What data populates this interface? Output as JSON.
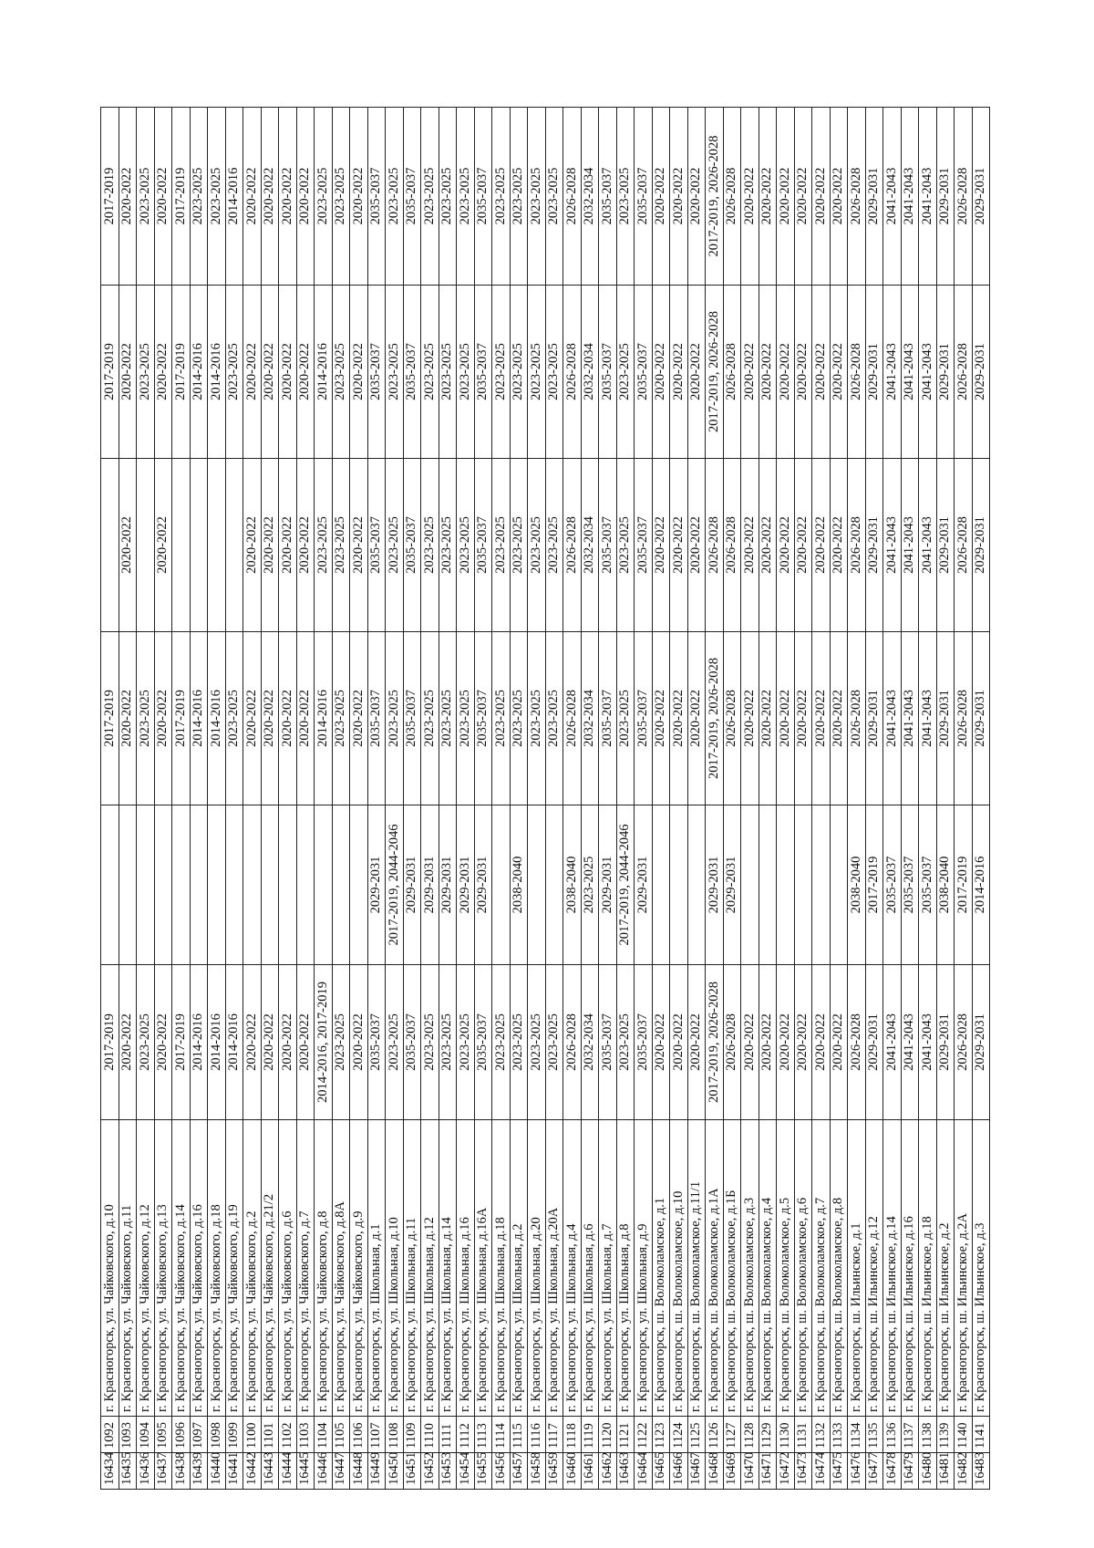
{
  "rows": [
    [
      "16434",
      "1092",
      "г. Красногорск, ул. Чайковского, д.10",
      "2017-2019",
      "",
      "2017-2019",
      "",
      "2017-2019",
      "2017-2019"
    ],
    [
      "16435",
      "1093",
      "г. Красногорск, ул. Чайковского, д.11",
      "2020-2022",
      "",
      "2020-2022",
      "2020-2022",
      "2020-2022",
      "2020-2022"
    ],
    [
      "16436",
      "1094",
      "г. Красногорск, ул. Чайковского, д.12",
      "2023-2025",
      "",
      "2023-2025",
      "",
      "2023-2025",
      "2023-2025"
    ],
    [
      "16437",
      "1095",
      "г. Красногорск, ул. Чайковского, д.13",
      "2020-2022",
      "",
      "2020-2022",
      "2020-2022",
      "2020-2022",
      "2020-2022"
    ],
    [
      "16438",
      "1096",
      "г. Красногорск, ул. Чайковского, д.14",
      "2017-2019",
      "",
      "2017-2019",
      "",
      "2017-2019",
      "2017-2019"
    ],
    [
      "16439",
      "1097",
      "г. Красногорск, ул. Чайковского, д.16",
      "2014-2016",
      "",
      "2014-2016",
      "",
      "2014-2016",
      "2023-2025"
    ],
    [
      "16440",
      "1098",
      "г. Красногорск, ул. Чайковского, д.18",
      "2014-2016",
      "",
      "2014-2016",
      "",
      "2014-2016",
      "2023-2025"
    ],
    [
      "16441",
      "1099",
      "г. Красногорск, ул. Чайковского, д.19",
      "2014-2016",
      "",
      "2023-2025",
      "",
      "2023-2025",
      "2014-2016"
    ],
    [
      "16442",
      "1100",
      "г. Красногорск, ул. Чайковского, д.2",
      "2020-2022",
      "",
      "2020-2022",
      "2020-2022",
      "2020-2022",
      "2020-2022"
    ],
    [
      "16443",
      "1101",
      "г. Красногорск, ул. Чайковского, д.21/2",
      "2020-2022",
      "",
      "2020-2022",
      "2020-2022",
      "2020-2022",
      "2020-2022"
    ],
    [
      "16444",
      "1102",
      "г. Красногорск, ул. Чайковского, д.6",
      "2020-2022",
      "",
      "2020-2022",
      "2020-2022",
      "2020-2022",
      "2020-2022"
    ],
    [
      "16445",
      "1103",
      "г. Красногорск, ул. Чайковского, д.7",
      "2020-2022",
      "",
      "2020-2022",
      "2020-2022",
      "2020-2022",
      "2020-2022"
    ],
    [
      "16446",
      "1104",
      "г. Красногорск, ул. Чайковского, д.8",
      "2014-2016, 2017-2019",
      "",
      "2014-2016",
      "2023-2025",
      "2014-2016",
      "2023-2025"
    ],
    [
      "16447",
      "1105",
      "г. Красногорск, ул. Чайковского, д.8А",
      "2023-2025",
      "",
      "2023-2025",
      "2023-2025",
      "2023-2025",
      "2023-2025"
    ],
    [
      "16448",
      "1106",
      "г. Красногорск, ул. Чайковского, д.9",
      "2020-2022",
      "",
      "2020-2022",
      "2020-2022",
      "2020-2022",
      "2020-2022"
    ],
    [
      "16449",
      "1107",
      "г. Красногорск, ул. Школьная, д.1",
      "2035-2037",
      "2029-2031",
      "2035-2037",
      "2035-2037",
      "2035-2037",
      "2035-2037"
    ],
    [
      "16450",
      "1108",
      "г. Красногорск, ул. Школьная, д.10",
      "2023-2025",
      "2017-2019, 2044-2046",
      "2023-2025",
      "2023-2025",
      "2023-2025",
      "2023-2025"
    ],
    [
      "16451",
      "1109",
      "г. Красногорск, ул. Школьная, д.11",
      "2035-2037",
      "2029-2031",
      "2035-2037",
      "2035-2037",
      "2035-2037",
      "2035-2037"
    ],
    [
      "16452",
      "1110",
      "г. Красногорск, ул. Школьная, д.12",
      "2023-2025",
      "2029-2031",
      "2023-2025",
      "2023-2025",
      "2023-2025",
      "2023-2025"
    ],
    [
      "16453",
      "1111",
      "г. Красногорск, ул. Школьная, д.14",
      "2023-2025",
      "2029-2031",
      "2023-2025",
      "2023-2025",
      "2023-2025",
      "2023-2025"
    ],
    [
      "16454",
      "1112",
      "г. Красногорск, ул. Школьная, д.16",
      "2023-2025",
      "2029-2031",
      "2023-2025",
      "2023-2025",
      "2023-2025",
      "2023-2025"
    ],
    [
      "16455",
      "1113",
      "г. Красногорск, ул. Школьная, д.16А",
      "2035-2037",
      "2029-2031",
      "2035-2037",
      "2035-2037",
      "2035-2037",
      "2035-2037"
    ],
    [
      "16456",
      "1114",
      "г. Красногорск, ул. Школьная, д.18",
      "2023-2025",
      "",
      "2023-2025",
      "2023-2025",
      "2023-2025",
      "2023-2025"
    ],
    [
      "16457",
      "1115",
      "г. Красногорск, ул. Школьная, д.2",
      "2023-2025",
      "2038-2040",
      "2023-2025",
      "2023-2025",
      "2023-2025",
      "2023-2025"
    ],
    [
      "16458",
      "1116",
      "г. Красногорск, ул. Школьная, д.20",
      "2023-2025",
      "",
      "2023-2025",
      "2023-2025",
      "2023-2025",
      "2023-2025"
    ],
    [
      "16459",
      "1117",
      "г. Красногорск, ул. Школьная, д.20А",
      "2023-2025",
      "",
      "2023-2025",
      "2023-2025",
      "2023-2025",
      "2023-2025"
    ],
    [
      "16460",
      "1118",
      "г. Красногорск, ул. Школьная, д.4",
      "2026-2028",
      "2038-2040",
      "2026-2028",
      "2026-2028",
      "2026-2028",
      "2026-2028"
    ],
    [
      "16461",
      "1119",
      "г. Красногорск, ул. Школьная, д.6",
      "2032-2034",
      "2023-2025",
      "2032-2034",
      "2032-2034",
      "2032-2034",
      "2032-2034"
    ],
    [
      "16462",
      "1120",
      "г. Красногорск, ул. Школьная, д.7",
      "2035-2037",
      "2029-2031",
      "2035-2037",
      "2035-2037",
      "2035-2037",
      "2035-2037"
    ],
    [
      "16463",
      "1121",
      "г. Красногорск, ул. Школьная, д.8",
      "2023-2025",
      "2017-2019, 2044-2046",
      "2023-2025",
      "2023-2025",
      "2023-2025",
      "2023-2025"
    ],
    [
      "16464",
      "1122",
      "г. Красногорск, ул. Школьная, д.9",
      "2035-2037",
      "2029-2031",
      "2035-2037",
      "2035-2037",
      "2035-2037",
      "2035-2037"
    ],
    [
      "16465",
      "1123",
      "г. Красногорск, ш. Волоколамское, д.1",
      "2020-2022",
      "",
      "2020-2022",
      "2020-2022",
      "2020-2022",
      "2020-2022"
    ],
    [
      "16466",
      "1124",
      "г. Красногорск, ш. Волоколамское, д.10",
      "2020-2022",
      "",
      "2020-2022",
      "2020-2022",
      "2020-2022",
      "2020-2022"
    ],
    [
      "16467",
      "1125",
      "г. Красногорск, ш. Волоколамское, д.11/1",
      "2020-2022",
      "",
      "2020-2022",
      "2020-2022",
      "2020-2022",
      "2020-2022"
    ],
    [
      "16468",
      "1126",
      "г. Красногорск, ш. Волоколамское, д.1А",
      "2017-2019, 2026-2028",
      "2029-2031",
      "2017-2019, 2026-2028",
      "2026-2028",
      "2017-2019, 2026-2028",
      "2017-2019, 2026-2028"
    ],
    [
      "16469",
      "1127",
      "г. Красногорск, ш. Волоколамское, д.1Б",
      "2026-2028",
      "2029-2031",
      "2026-2028",
      "2026-2028",
      "2026-2028",
      "2026-2028"
    ],
    [
      "16470",
      "1128",
      "г. Красногорск, ш. Волоколамское, д.3",
      "2020-2022",
      "",
      "2020-2022",
      "2020-2022",
      "2020-2022",
      "2020-2022"
    ],
    [
      "16471",
      "1129",
      "г. Красногорск, ш. Волоколамское, д.4",
      "2020-2022",
      "",
      "2020-2022",
      "2020-2022",
      "2020-2022",
      "2020-2022"
    ],
    [
      "16472",
      "1130",
      "г. Красногорск, ш. Волоколамское, д.5",
      "2020-2022",
      "",
      "2020-2022",
      "2020-2022",
      "2020-2022",
      "2020-2022"
    ],
    [
      "16473",
      "1131",
      "г. Красногорск, ш. Волоколамское, д.6",
      "2020-2022",
      "",
      "2020-2022",
      "2020-2022",
      "2020-2022",
      "2020-2022"
    ],
    [
      "16474",
      "1132",
      "г. Красногорск, ш. Волоколамское, д.7",
      "2020-2022",
      "",
      "2020-2022",
      "2020-2022",
      "2020-2022",
      "2020-2022"
    ],
    [
      "16475",
      "1133",
      "г. Красногорск, ш. Волоколамское, д.8",
      "2020-2022",
      "",
      "2020-2022",
      "2020-2022",
      "2020-2022",
      "2020-2022"
    ],
    [
      "16476",
      "1134",
      "г. Красногорск, ш. Ильинское, д.1",
      "2026-2028",
      "2038-2040",
      "2026-2028",
      "2026-2028",
      "2026-2028",
      "2026-2028"
    ],
    [
      "16477",
      "1135",
      "г. Красногорск, ш. Ильинское, д.12",
      "2029-2031",
      "2017-2019",
      "2029-2031",
      "2029-2031",
      "2029-2031",
      "2029-2031"
    ],
    [
      "16478",
      "1136",
      "г. Красногорск, ш. Ильинское, д.14",
      "2041-2043",
      "2035-2037",
      "2041-2043",
      "2041-2043",
      "2041-2043",
      "2041-2043"
    ],
    [
      "16479",
      "1137",
      "г. Красногорск, ш. Ильинское, д.16",
      "2041-2043",
      "2035-2037",
      "2041-2043",
      "2041-2043",
      "2041-2043",
      "2041-2043"
    ],
    [
      "16480",
      "1138",
      "г. Красногорск, ш. Ильинское, д.18",
      "2041-2043",
      "2035-2037",
      "2041-2043",
      "2041-2043",
      "2041-2043",
      "2041-2043"
    ],
    [
      "16481",
      "1139",
      "г. Красногорск, ш. Ильинское, д.2",
      "2029-2031",
      "2038-2040",
      "2029-2031",
      "2029-2031",
      "2029-2031",
      "2029-2031"
    ],
    [
      "16482",
      "1140",
      "г. Красногорск, ш. Ильинское, д.2А",
      "2026-2028",
      "2017-2019",
      "2026-2028",
      "2026-2028",
      "2026-2028",
      "2026-2028"
    ],
    [
      "16483",
      "1141",
      "г. Красногорск, ш. Ильинское, д.3",
      "2029-2031",
      "2014-2016",
      "2029-2031",
      "2029-2031",
      "2029-2031",
      "2029-2031"
    ]
  ]
}
